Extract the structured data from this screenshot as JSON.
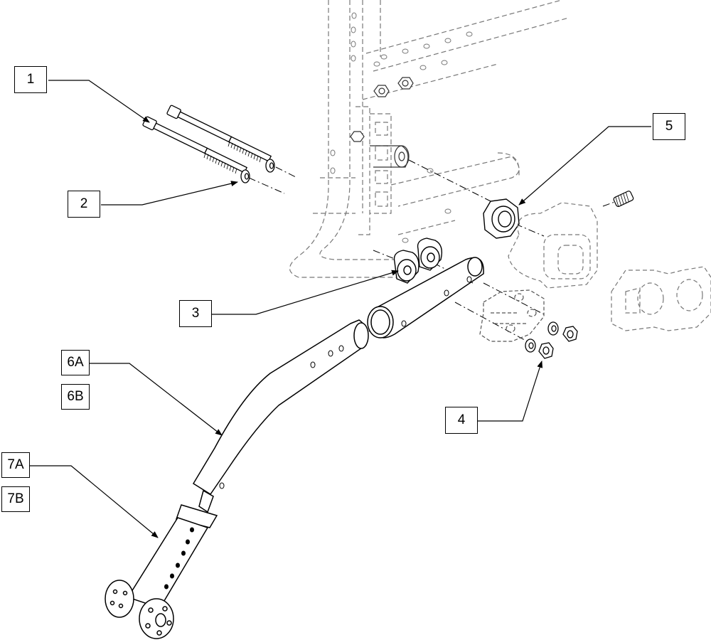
{
  "diagram": {
    "callouts": {
      "c1": "1",
      "c2": "2",
      "c3": "3",
      "c4": "4",
      "c5": "5",
      "c6a": "6A",
      "c6b": "6B",
      "c7a": "7A",
      "c7b": "7B"
    },
    "parts": [
      "long-bolt",
      "washer",
      "spacer-bushing",
      "lock-nut-washer",
      "hex-nut",
      "anti-tip-tube",
      "anti-tip-wheel-extension"
    ]
  }
}
